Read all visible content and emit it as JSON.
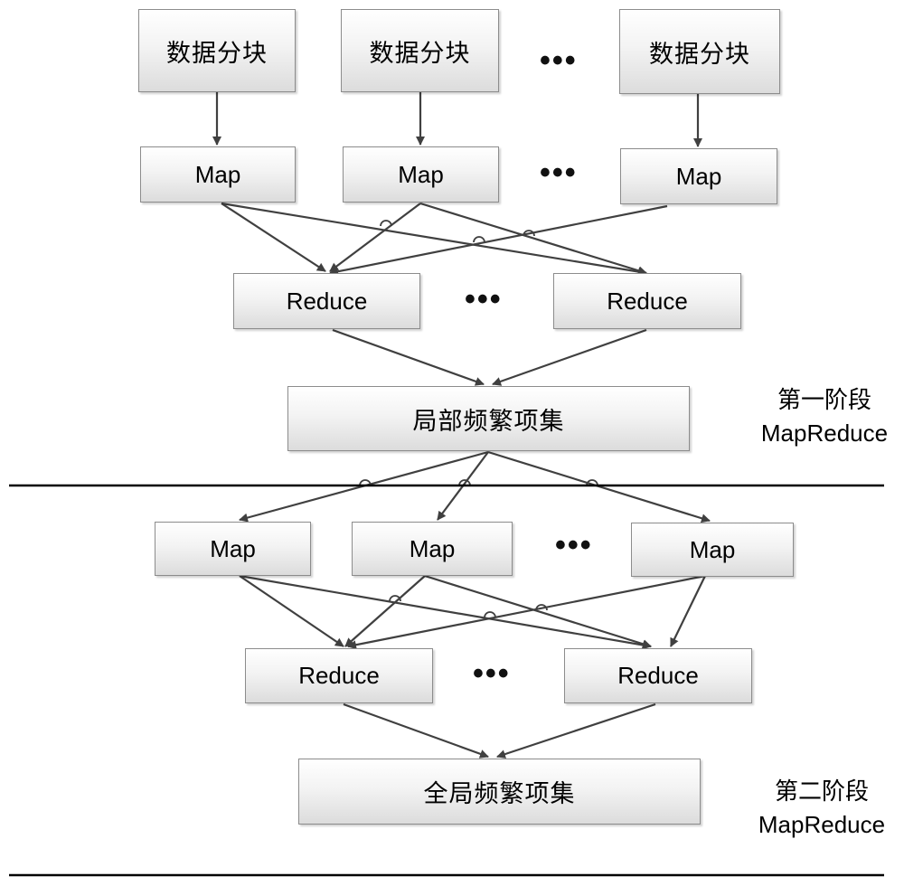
{
  "stage1": {
    "blocks": [
      "数据分块",
      "数据分块",
      "数据分块"
    ],
    "maps": [
      "Map",
      "Map",
      "Map"
    ],
    "reduces": [
      "Reduce",
      "Reduce"
    ],
    "result": "局部频繁项集",
    "label_line1": "第一阶段",
    "label_line2": "MapReduce"
  },
  "stage2": {
    "maps": [
      "Map",
      "Map",
      "Map"
    ],
    "reduces": [
      "Reduce",
      "Reduce"
    ],
    "result": "全局频繁项集",
    "label_line1": "第二阶段",
    "label_line2": "MapReduce"
  },
  "ellipsis": "•••"
}
